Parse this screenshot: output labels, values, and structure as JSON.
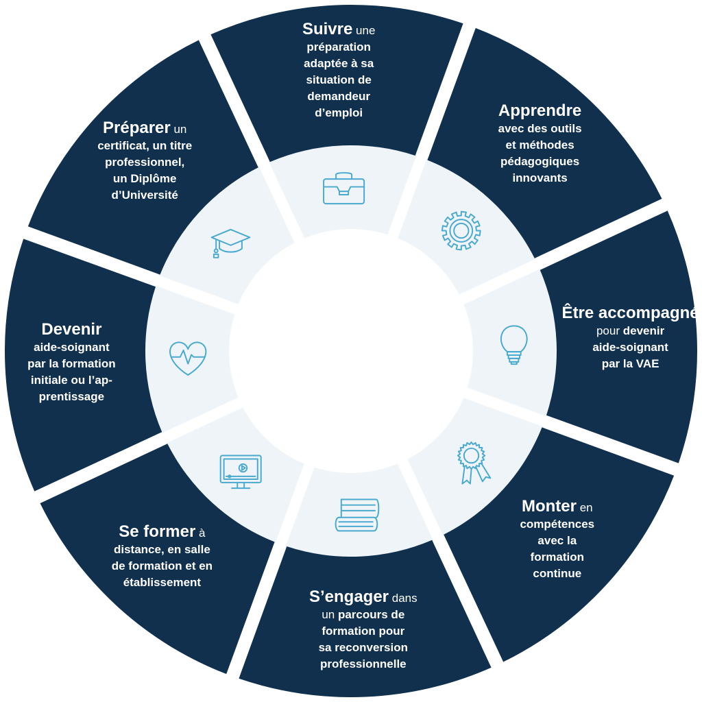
{
  "colors": {
    "segment": "#10304e",
    "ring": "#eef4f8",
    "icon": "#4aa9cf",
    "text": "#ffffff"
  },
  "segments": [
    {
      "icon": "heart-pulse-icon",
      "title": "Devenir",
      "lines": [
        "aide-soignant",
        "par la formation",
        "initiale ou l’ap-",
        "prentissage"
      ]
    },
    {
      "icon": "graduation-cap-icon",
      "title": "Préparer",
      "title_suffix": " un",
      "lines": [
        "certificat, un titre",
        "professionnel,",
        "un Diplôme",
        "d’Université"
      ]
    },
    {
      "icon": "briefcase-icon",
      "title": "Suivre",
      "title_suffix": " une",
      "lines": [
        "préparation",
        "adaptée à sa",
        "situation de",
        "demandeur",
        "d’emploi"
      ]
    },
    {
      "icon": "gear-icon",
      "title": "Apprendre",
      "lines": [
        "avec des outils",
        "et méthodes",
        "pédagogiques",
        "innovants"
      ]
    },
    {
      "icon": "lightbulb-icon",
      "title": "Être accompagné",
      "lines_rich": [
        [
          {
            "t": "pour ",
            "lead": true
          },
          {
            "t": "devenir"
          }
        ],
        [
          {
            "t": "aide-soignant"
          }
        ],
        [
          {
            "t": "par la VAE"
          }
        ]
      ]
    },
    {
      "icon": "award-ribbon-icon",
      "title": "Monter",
      "title_suffix": " en",
      "lines": [
        "compétences",
        "avec la",
        "formation",
        "continue"
      ]
    },
    {
      "icon": "books-icon",
      "title": "S’engager",
      "title_suffix": " dans",
      "lines_rich": [
        [
          {
            "t": "un ",
            "lead": true
          },
          {
            "t": "parcours de"
          }
        ],
        [
          {
            "t": "formation pour"
          }
        ],
        [
          {
            "t": "sa reconversion"
          }
        ],
        [
          {
            "t": "professionnelle"
          }
        ]
      ]
    },
    {
      "icon": "monitor-video-icon",
      "title": "Se former",
      "title_suffix": " à",
      "lines": [
        "distance, en salle",
        "de formation et en",
        "établissement"
      ]
    }
  ]
}
